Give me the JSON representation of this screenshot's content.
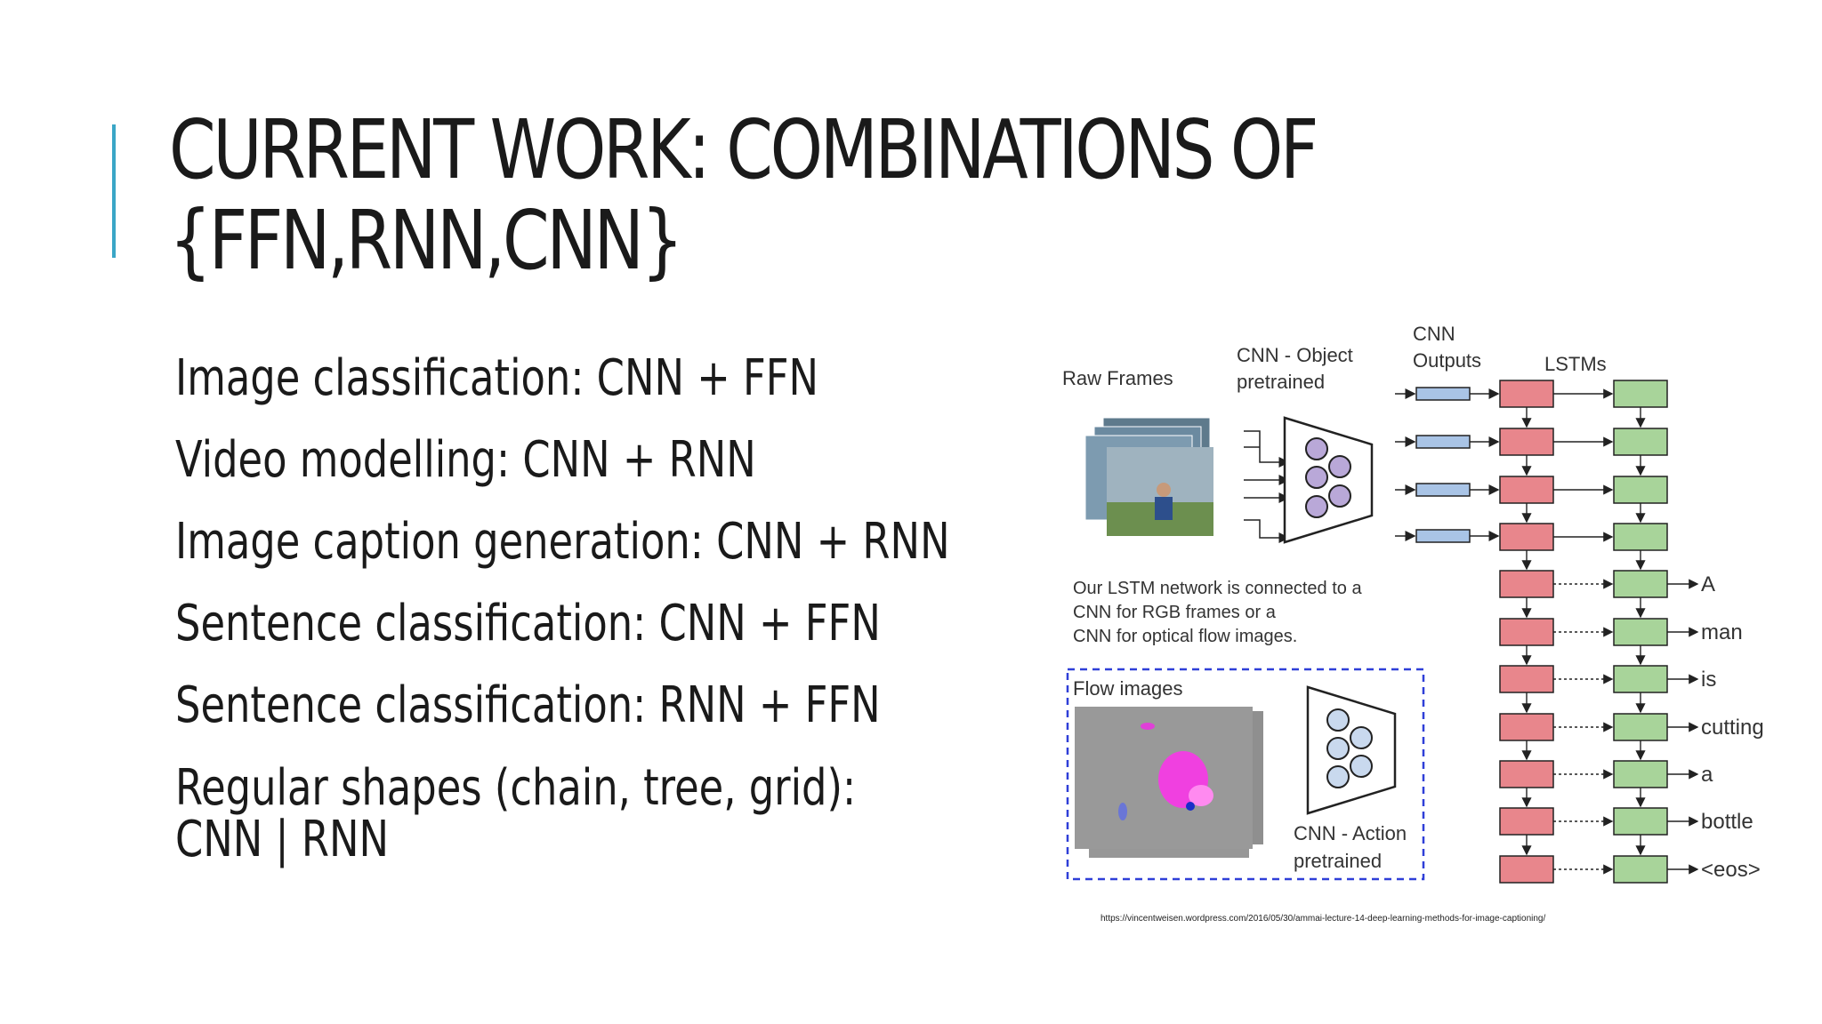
{
  "slide": {
    "title_line1": "CURRENT WORK: COMBINATIONS OF",
    "title_line2": "{FFN,RNN,CNN}",
    "accent_color": "#3aa6c6",
    "bullets": [
      "Image classification: CNN + FFN",
      "Video modelling: CNN + RNN",
      "Image caption generation: CNN + RNN",
      "Sentence classification: CNN + FFN",
      "Sentence classification: RNN + FFN",
      "Regular shapes (chain, tree, grid): CNN | RNN"
    ],
    "citation": "https://vincentweisen.wordpress.com/2016/05/30/ammai-lecture-14-deep-learning-methods-for-image-captioning/"
  },
  "figure": {
    "raw_frames_label": "Raw Frames",
    "cnn_object_line1": "CNN - Object",
    "cnn_object_line2": "pretrained",
    "cnn_outputs_line1": "CNN",
    "cnn_outputs_line2": "Outputs",
    "lstms_label": "LSTMs",
    "description_line1": "Our LSTM network is connected to a",
    "description_line2": "CNN for RGB frames or a",
    "description_line3": "CNN for optical flow images.",
    "flow_images_label": "Flow images",
    "cnn_action_line1": "CNN - Action",
    "cnn_action_line2": "pretrained",
    "output_words": [
      "A",
      "man",
      "is",
      "cutting",
      "a",
      "bottle",
      "<eos>"
    ],
    "colors": {
      "lstm_red": "#e8868c",
      "lstm_green": "#a8d49a",
      "cnn_output_blue": "#a9c4e6",
      "node_purple": "#b9a8d8",
      "node_blue": "#c9d9ee",
      "dashed_box": "#2f3fd8"
    }
  }
}
